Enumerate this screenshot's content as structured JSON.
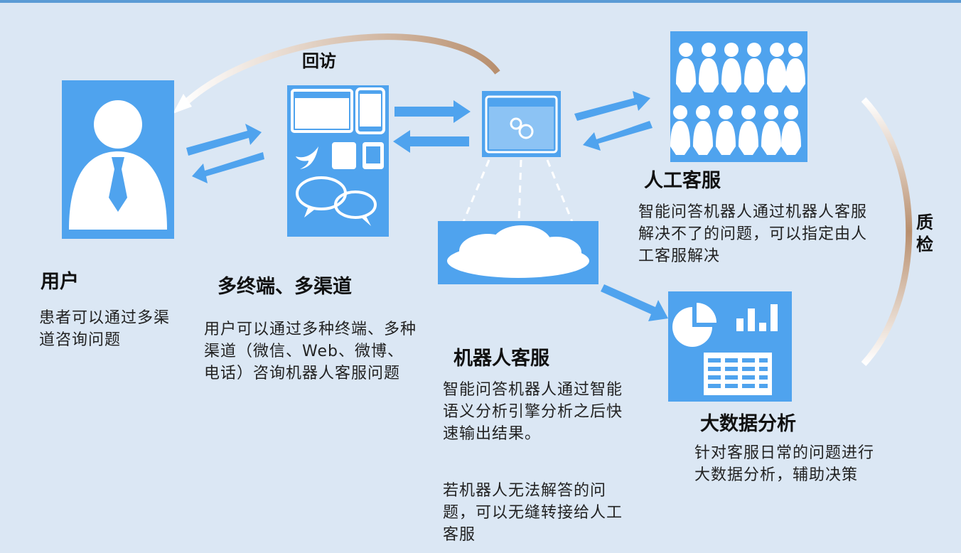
{
  "nodes": {
    "user": {
      "title": "用户",
      "description": "患者可以通过多渠道咨询问题"
    },
    "channels": {
      "title": "多终端、多渠道",
      "description": "用户可以通过多种终端、多种渠道（微信、Web、微博、电话）咨询机器人客服问题"
    },
    "robot": {
      "title": "机器人客服",
      "description": "智能问答机器人通过智能语义分析引擎分析之后快速输出结果。",
      "description2": "若机器人无法解答的问题，可以无缝转接给人工客服"
    },
    "human": {
      "title": "人工客服",
      "description": "智能问答机器人通过机器人客服解决不了的问题，可以指定由人工客服解决"
    },
    "bigdata": {
      "title": "大数据分析",
      "description": "针对客服日常的问题进行大数据分析，辅助决策"
    }
  },
  "labels": {
    "callback": "回访",
    "quality": "质检"
  },
  "colors": {
    "background": "#dbe7f4",
    "tile": "#4fa3ee",
    "arrow": "#4fa3ee",
    "curve": "#c9a98c"
  },
  "icons": {
    "user": "user-silhouette-icon",
    "channels": "devices-icon",
    "robot": "gear-window-icon",
    "cloud": "cloud-icon",
    "human": "crowd-icon",
    "bigdata": "analytics-icon"
  }
}
